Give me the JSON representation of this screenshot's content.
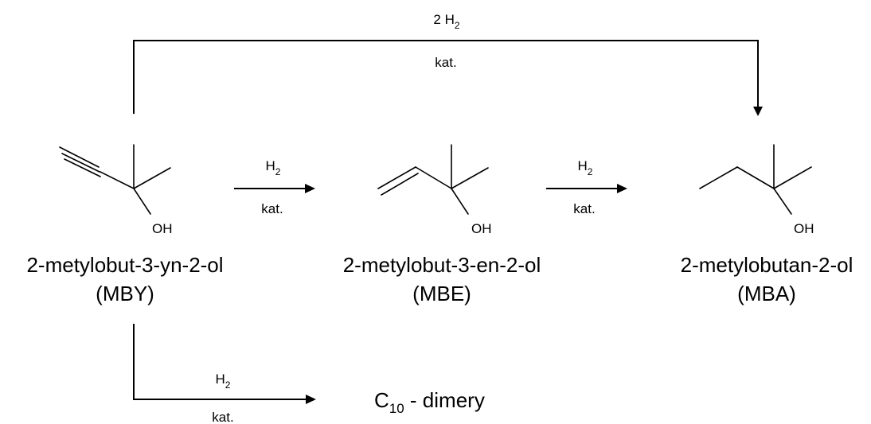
{
  "reagents": {
    "top_reagent": "2 H",
    "top_reagent_sub": "2",
    "top_catalyst": "kat.",
    "step1_reagent": "H",
    "step1_reagent_sub": "2",
    "step1_catalyst": "kat.",
    "step2_reagent": "H",
    "step2_reagent_sub": "2",
    "step2_catalyst": "kat.",
    "bottom_reagent": "H",
    "bottom_reagent_sub": "2",
    "bottom_catalyst": "kat."
  },
  "compounds": {
    "mby": {
      "name": "2-metylobut-3-yn-2-ol",
      "abbr": "(MBY)",
      "oh": "OH"
    },
    "mbe": {
      "name": "2-metylobut-3-en-2-ol",
      "abbr": "(MBE)",
      "oh": "OH"
    },
    "mba": {
      "name": "2-metylobutan-2-ol",
      "abbr": "(MBA)",
      "oh": "OH"
    }
  },
  "side_product": {
    "prefix": "C",
    "sub": "10",
    "suffix": " - dimery"
  }
}
